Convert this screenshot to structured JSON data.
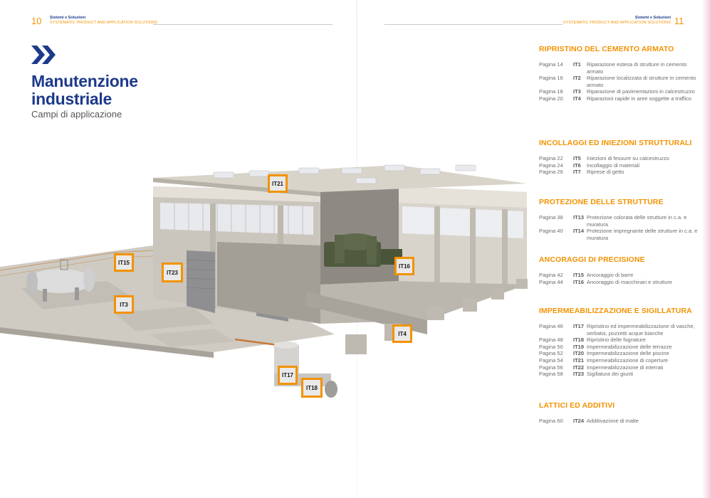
{
  "header": {
    "left_page_number": "10",
    "right_page_number": "11",
    "left_title": "Sistemi e Soluzioni",
    "left_subtitle": "SYSTEMATIC PRODUCT AND APPLICATION SOLUTIONS",
    "right_title": "Sistemi e Soluzioni",
    "right_subtitle": "SYSTEMATIC PRODUCT AND APPLICATION SOLUTIONS"
  },
  "page": {
    "title_line1": "Manutenzione",
    "title_line2": "industriale",
    "subtitle": "Campi di applicazione"
  },
  "colors": {
    "accent": "#f39200",
    "brand_blue": "#1d3a8a"
  },
  "icons": {
    "logo": "double-chevron-icon"
  },
  "illustration_tags": [
    "IT21",
    "IT15",
    "IT23",
    "IT16",
    "IT3",
    "IT4",
    "IT17",
    "IT18"
  ],
  "sections": [
    {
      "title": "RIPRISTINO DEL CEMENTO ARMATO",
      "items": [
        {
          "page": "Pagina 14",
          "code": "IT1",
          "desc": "Riparazione estesa di strutture in cemento armato"
        },
        {
          "page": "Pagina 16",
          "code": "IT2",
          "desc": "Riparazione localizzata di strutture in cemento armato"
        },
        {
          "page": "Pagina 18",
          "code": "IT3",
          "desc": "Riparazione di pavimentazioni in calcestruzzo"
        },
        {
          "page": "Pagina 20",
          "code": "IT4",
          "desc": "Riparazioni rapide in aree soggette a traffico"
        }
      ]
    },
    {
      "title": "INCOLLAGGI ED INIEZIONI STRUTTURALI",
      "items": [
        {
          "page": "Pagina 22",
          "code": "IT5",
          "desc": "Iniezioni di fessure su calcestruzzo"
        },
        {
          "page": "Pagina 24",
          "code": "IT6",
          "desc": "Incollaggio di materiali"
        },
        {
          "page": "Pagina 26",
          "code": "IT7",
          "desc": "Riprese di getto"
        }
      ]
    },
    {
      "title": "PROTEZIONE DELLE STRUTTURE",
      "items": [
        {
          "page": "Pagina 38",
          "code": "IT13",
          "desc": "Protezione colorata delle strutture in c.a. e muratura"
        },
        {
          "page": "Pagina 40",
          "code": "IT14",
          "desc": "Protezione impregnante delle strutture in c.a. e muratura"
        }
      ]
    },
    {
      "title": "ANCORAGGI DI PRECISIONE",
      "items": [
        {
          "page": "Pagina 42",
          "code": "IT15",
          "desc": "Ancoraggio di barre"
        },
        {
          "page": "Pagina 44",
          "code": "IT16",
          "desc": "Ancoraggio di macchinari e strutture"
        }
      ]
    },
    {
      "title": "IMPERMEABILIZZAZIONE E SIGILLATURA",
      "items": [
        {
          "page": "Pagina 46",
          "code": "IT17",
          "desc": "Ripristino ed impermeabilizzazione di vasche, serbatoi, pozzetti acque bianche"
        },
        {
          "page": "Pagina 48",
          "code": "IT18",
          "desc": "Ripristino delle fognature"
        },
        {
          "page": "Pagina 50",
          "code": "IT19",
          "desc": "Impermeabilizzazione delle terrazze"
        },
        {
          "page": "Pagina 52",
          "code": "IT20",
          "desc": "Impermeabilizzazione delle piscine"
        },
        {
          "page": "Pagina 54",
          "code": "IT21",
          "desc": "Impermeabilizzazione di coperture"
        },
        {
          "page": "Pagina 56",
          "code": "IT22",
          "desc": "Impermeabilizzazione di interrati"
        },
        {
          "page": "Pagina 58",
          "code": "IT23",
          "desc": "Sigillatura dei giunti"
        }
      ]
    },
    {
      "title": "LATTICI ED ADDITIVI",
      "items": [
        {
          "page": "Pagina 60",
          "code": "IT24",
          "desc": "Additivazione di malte"
        }
      ]
    }
  ]
}
